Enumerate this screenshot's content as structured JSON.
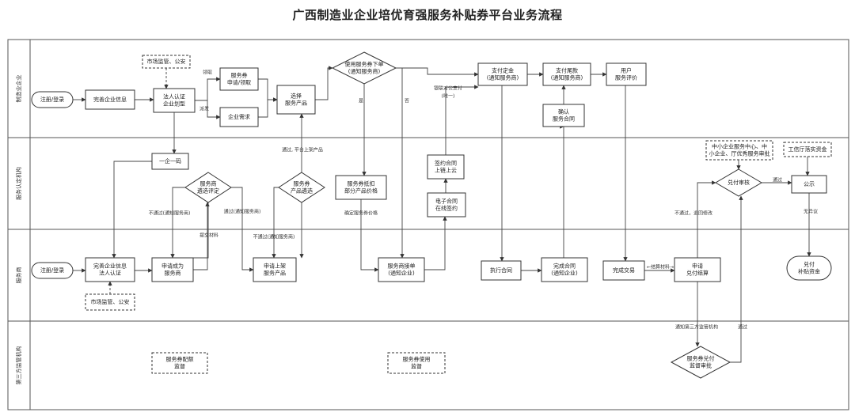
{
  "title": "广西制造业企业培优育强服务补贴券平台业务流程",
  "lanes": [
    "制造业企业",
    "服务认定机构",
    "服务商",
    "第三方监管机构"
  ],
  "nodes": {
    "reg1": "注册/登录",
    "complete_info": [
      "完善企业信息"
    ],
    "market_top": [
      "市场监管、公安"
    ],
    "legal_auth": [
      "法人认证",
      "企业划型"
    ],
    "svc_voucher": [
      "服务券",
      "申请/领取"
    ],
    "enterprise_demand": [
      "企业需求"
    ],
    "select_product": [
      "选择",
      "服务产品"
    ],
    "use_voucher": [
      "使用服务券下单",
      "(通知服务商)"
    ],
    "pay_deposit": [
      "支付定金",
      "(通知服务商)"
    ],
    "pay_final": [
      "支付尾款",
      "(通知服务商)"
    ],
    "user_eval": [
      "用户",
      "服务评价"
    ],
    "confirm_contract": [
      "确认",
      "服务合同"
    ],
    "one_code": [
      "一企一码"
    ],
    "svc_review": [
      "服务商",
      "遴选评定"
    ],
    "product_review": [
      "服务券",
      "产品遴选"
    ],
    "svc_deduct": [
      "服务券抵扣",
      "部分产品价格"
    ],
    "sign_contract": [
      "签约合同",
      "上链上云"
    ],
    "e_contract": [
      "电子合同",
      "在线签约"
    ],
    "center_agency": [
      "中小企业服务中心、中",
      "小企业、厅优秀服务审批"
    ],
    "redeem_review": [
      "兑付审核"
    ],
    "finance_dept": [
      "工信厅落实资金"
    ],
    "publicize": [
      "公示"
    ],
    "reg2": "注册/登录",
    "svc_info": [
      "完善企业信息",
      "法人认证"
    ],
    "market_bottom": [
      "市场监管、公安"
    ],
    "apply_svc": [
      "申请成为",
      "服务商"
    ],
    "apply_product": [
      "申请上架",
      "服务产品"
    ],
    "svc_order": [
      "服务商接单",
      "(通知企业)"
    ],
    "exec_contract": [
      "执行合同"
    ],
    "complete_contract": [
      "完成合同",
      "(通知企业)"
    ],
    "complete_deal": [
      "完成交易"
    ],
    "apply_redeem": [
      "申请",
      "兑付结算"
    ],
    "pay_subsidy": [
      "兑付",
      "补贴资金"
    ],
    "svc_supervise": [
      "服务券配额",
      "监督"
    ],
    "use_supervise": [
      "服务券使用",
      "监督"
    ],
    "redeem_supervise": [
      "服务券兑付",
      "监督审批"
    ]
  },
  "labels": {
    "receive": "领取",
    "issue": "派发",
    "yes": "是",
    "no": "否",
    "pass_product": "通过, 平台上架产品",
    "fail_svc": "不通过(通知服务商)",
    "pass_svc": "通过(通知服务商)",
    "submit": "提交材料",
    "fail_product": "不通过(通知服务商)",
    "confirm_price": "确定服务券价格",
    "online_pay": "银联对公支付",
    "online_pay2": "(唯一)",
    "materials": "←结算材料→",
    "fail_notify": "不通过，退回修改",
    "pass": "通过",
    "no_objection": "无异议",
    "notify_third": "通知第三方监管机构",
    "pass2": "通过"
  }
}
